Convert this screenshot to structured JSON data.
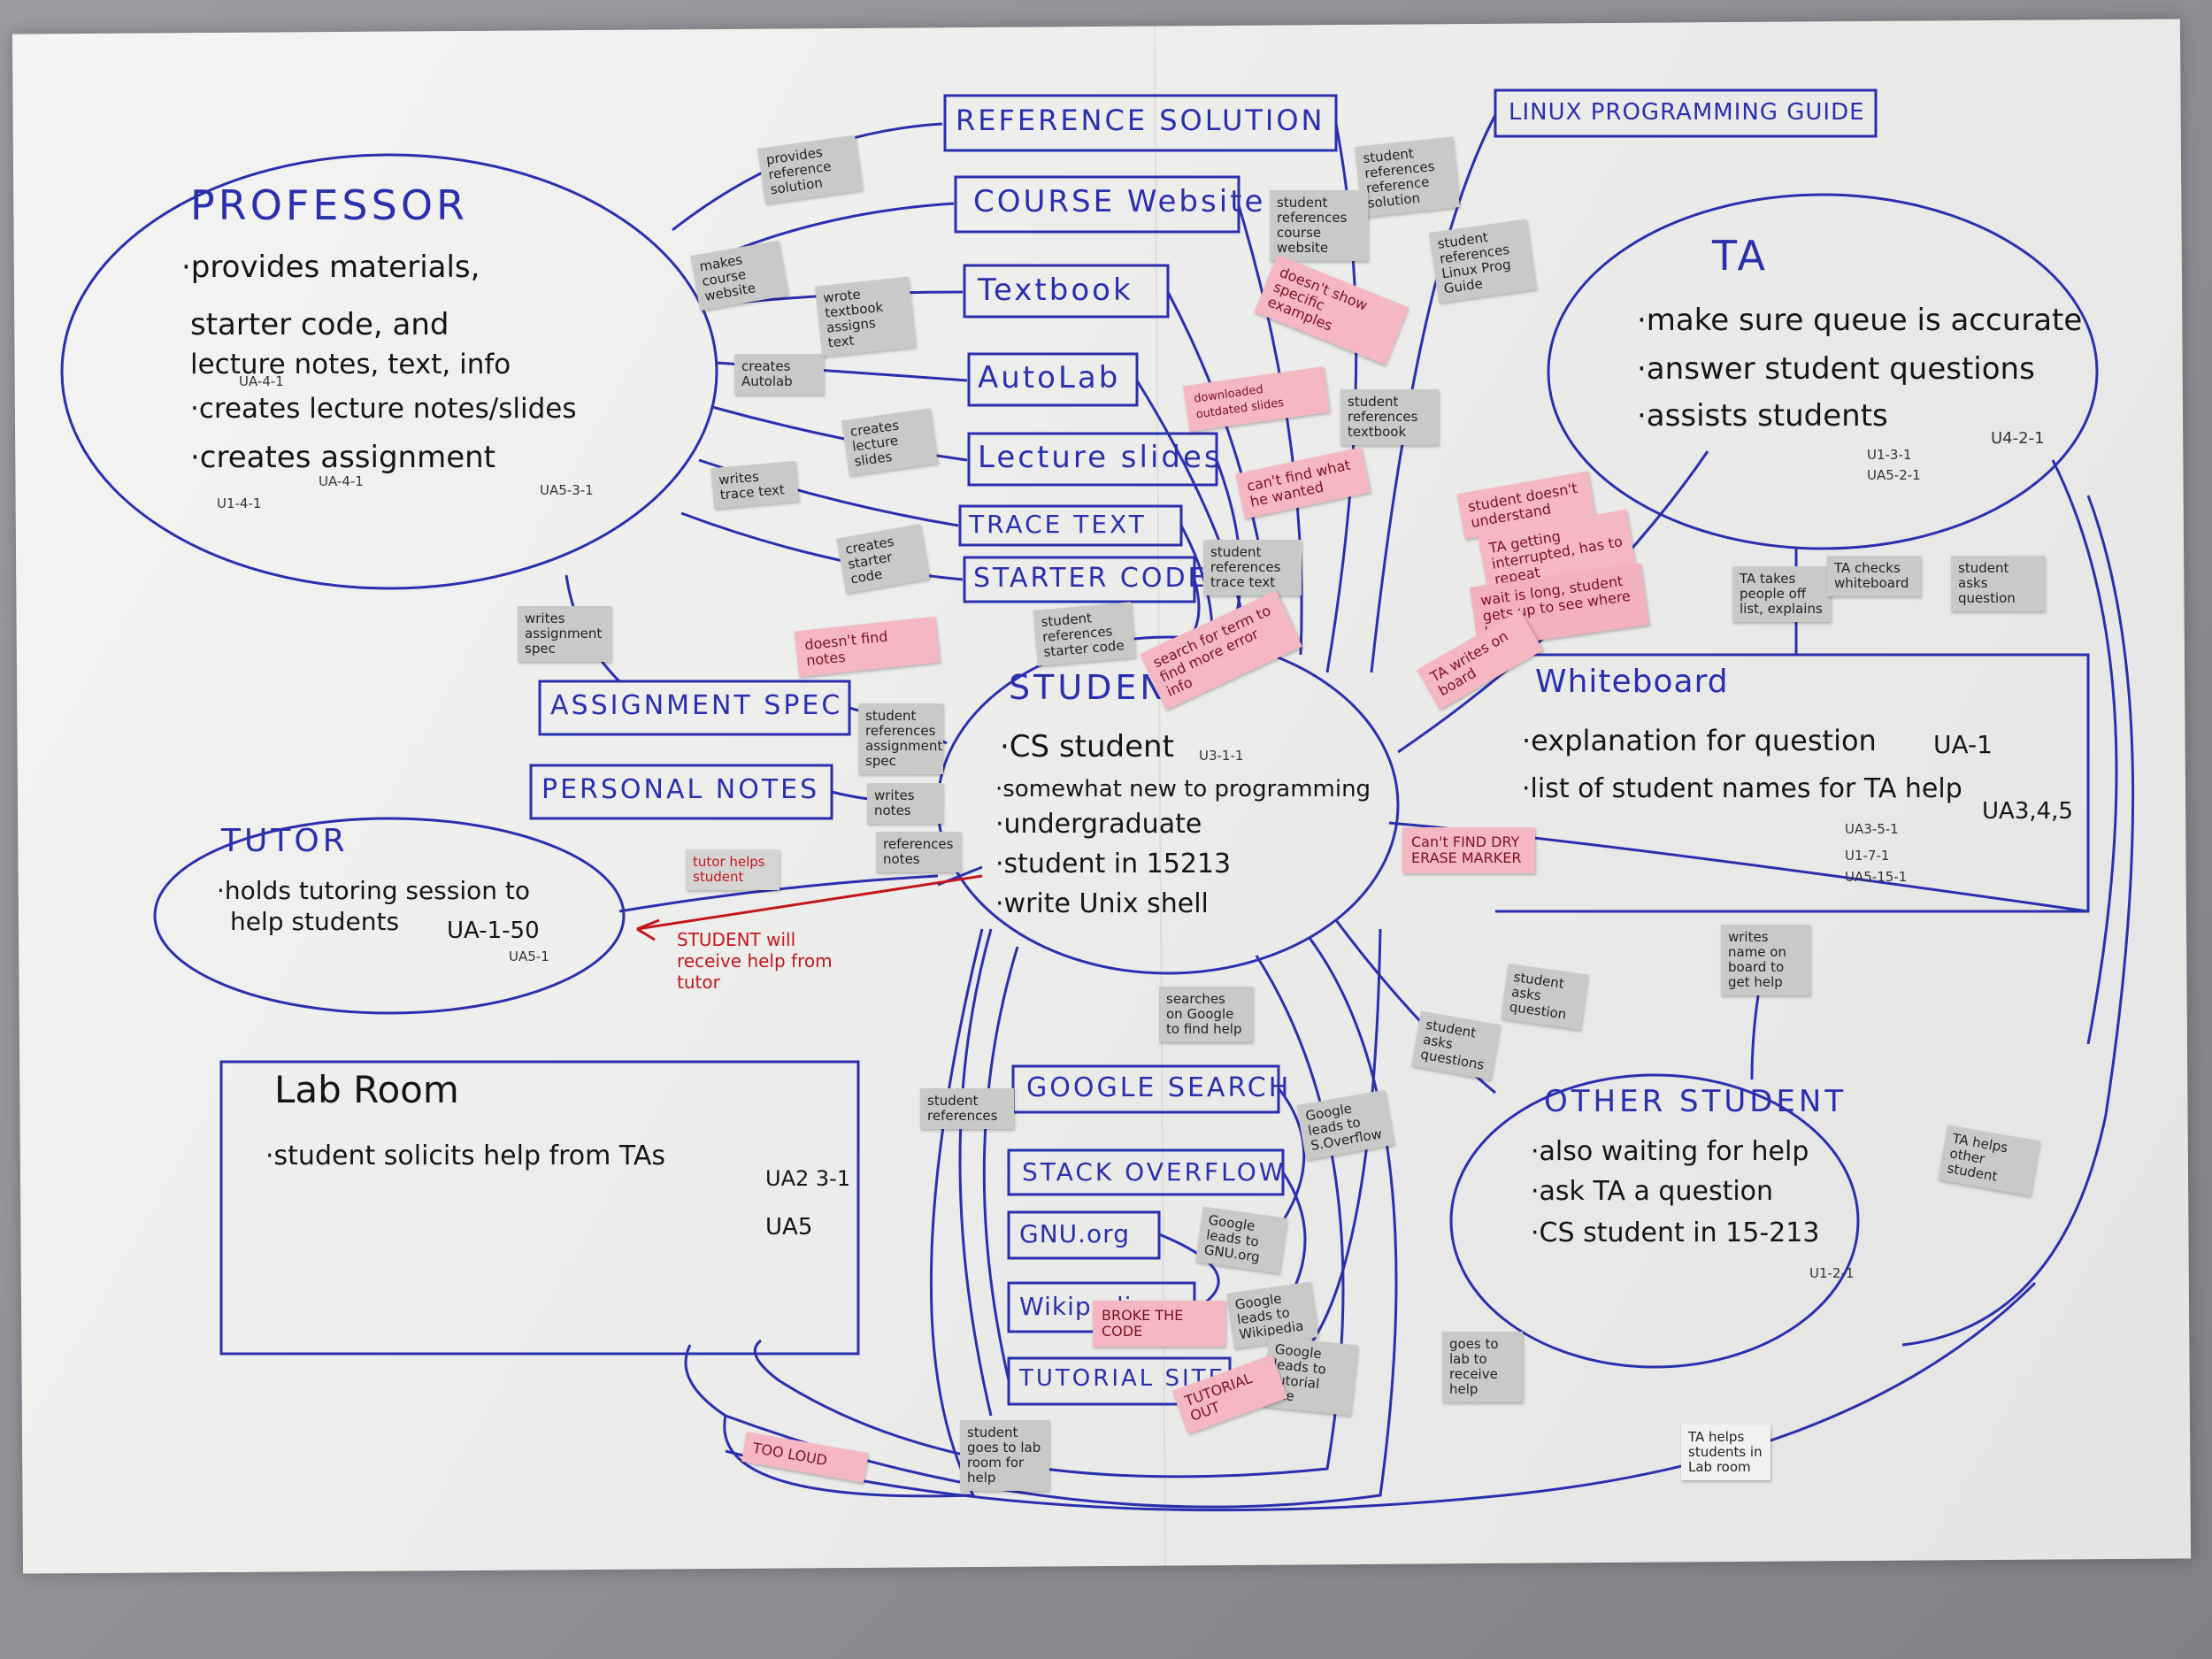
{
  "colors": {
    "ink_blue": "#2a2fae",
    "marker_black": "#151515",
    "sticky_gray": "#c9c9c7",
    "sticky_pink": "#f5b8c3",
    "red_pen": "#c4161c",
    "paper": "#efefed"
  },
  "professor": {
    "title": "PROFESSOR",
    "lines": [
      "·provides materials,",
      "starter code, and",
      "lecture notes, text, info",
      "·creates lecture notes/slides",
      "·creates assignment"
    ],
    "codes": [
      "UA-4-1",
      "UA-4-1",
      "U1-4-1",
      "UA5-3-1"
    ]
  },
  "ta": {
    "title": "TA",
    "lines": [
      "·make sure queue is accurate",
      "·answer student questions",
      "·assists students"
    ],
    "codes": [
      "U1-3-1",
      "UA5-2-1",
      "U4-2-1"
    ]
  },
  "student": {
    "title": "STUDENT",
    "lines": [
      "·CS student",
      "·somewhat new to programming",
      "·undergraduate",
      "·student in 15213",
      "·write Unix shell"
    ],
    "codes": [
      "U3-1-1"
    ]
  },
  "tutor": {
    "title": "TUTOR",
    "lines": [
      "·holds tutoring session to",
      "help students"
    ],
    "codes": [
      "UA-1-50",
      "UA5-1"
    ]
  },
  "other_student": {
    "title": "OTHER STUDENT",
    "lines": [
      "·also waiting for help",
      "·ask TA a question",
      "·CS student in 15-213"
    ],
    "codes": [
      "U1-2-1"
    ]
  },
  "whiteboard": {
    "title": "Whiteboard",
    "lines": [
      "·explanation for question",
      "·list of student names for TA help"
    ],
    "codes": [
      "UA-1",
      "UA3,4,5",
      "UA3-5-1",
      "U1-7-1",
      "UA5-15-1"
    ]
  },
  "lab_room": {
    "title": "Lab Room",
    "lines": [
      "·student solicits help from TAs"
    ],
    "codes": [
      "UA2 3-1",
      "UA5"
    ]
  },
  "resources": {
    "reference_solution": "REFERENCE SOLUTION",
    "course_website": "COURSE Website",
    "textbook": "Textbook",
    "autolab": "AutoLab",
    "lecture_slides": "Lecture slides",
    "trace_text": "TRACE TEXT",
    "starter_code": "STARTER CODE",
    "linux_guide": "LINUX PROGRAMMING GUIDE",
    "assignment_spec": "ASSIGNMENT SPEC",
    "personal_notes": "PERSONAL NOTES",
    "google_search": "GOOGLE SEARCH",
    "stack_overflow": "STACK OVERFLOW",
    "gnu_org": "GNU.org",
    "wikipedia": "Wikipedia",
    "tutorial_site": "TUTORIAL SITE"
  },
  "gray_notes": [
    "provides reference solution",
    "makes course website",
    "wrote textbook assigns text",
    "creates Autolab",
    "creates lecture slides",
    "writes trace text",
    "creates starter code",
    "writes assignment spec",
    "student references reference solution",
    "student references course website",
    "student references Linux Prog Guide",
    "student references textbook",
    "student references trace text",
    "student references starter code",
    "student references assignment spec",
    "writes notes",
    "references notes",
    "tutor helps student",
    "searches on Google to find help",
    "student references",
    "Google leads to S.Overflow",
    "Google leads to GNU.org",
    "Google leads to Wikipedia",
    "Google leads to tutorial site",
    "student goes to lab room for help",
    "TA takes people off list, explains",
    "TA checks whiteboard",
    "student asks question",
    "writes name on board to get help",
    "student asks question",
    "student asks questions",
    "goes to lab to receive help",
    "TA helps other student",
    "TA helps students in Lab room"
  ],
  "pink_notes": [
    "doesn't show specific examples",
    "downloaded outdated slides",
    "can't find what he wanted",
    "student doesn't understand",
    "TA getting interrupted, has to repeat",
    "wait is long, student gets up to see where he is",
    "search for term to find more error info",
    "TA writes on board",
    "Can't FIND DRY ERASE MARKER",
    "TOO LOUD",
    "BROKE THE CODE",
    "TUTORIAL OUT",
    "doesn't find notes"
  ],
  "red_note": "STUDENT will receive help from tutor"
}
